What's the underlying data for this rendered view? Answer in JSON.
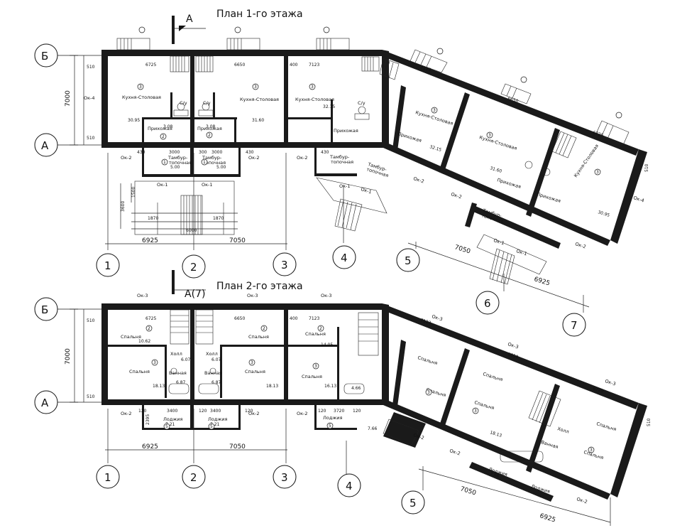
{
  "titles": {
    "floor1": "План 1-го этажа",
    "floor2": "План 2-го этажа",
    "section1": "А",
    "section2": "А(7)"
  },
  "axes": {
    "b": "Б",
    "a": "А",
    "n1": "1",
    "n2": "2",
    "n3": "3",
    "n4": "4",
    "n5": "5",
    "n6": "6",
    "n7": "7"
  },
  "dims": {
    "d6925": "6925",
    "d7050": "7050",
    "d7000": "7000",
    "d6725": "6725",
    "d6650": "6650",
    "d7123": "7123",
    "d510": "510",
    "d400": "400",
    "d430": "430",
    "d300": "300",
    "d3000": "3000",
    "d1500": "1500",
    "d3600": "3600",
    "d1870": "1870",
    "d6000": "6000",
    "d3400": "3400",
    "d120": "120",
    "d3720": "3720",
    "d2395": "2395"
  },
  "rooms1": {
    "kitchen": "Кухня-Столовая",
    "hall": "Прихожая",
    "vest1": "Тамбур-",
    "vest2": "топочная",
    "wc": "С/у"
  },
  "rooms2": {
    "bedroom": "Спальня",
    "holl": "Холл",
    "bath": "Ванная",
    "loggia": "Лоджия"
  },
  "windows": {
    "ok1": "Ок-1",
    "ok2": "Ок-2",
    "ok3": "Ок-3",
    "ok4": "Ок-4"
  },
  "areas": {
    "a1": "30.95",
    "a2": "31.60",
    "a3": "32.15",
    "a4": "3.08",
    "a5": "5.00",
    "a6": "6.07",
    "a7": "6.07",
    "a8": "10.62",
    "a9": "18.13",
    "a10": "16.13",
    "a11": "7.21",
    "a12": "6.87",
    "a13": "4.66",
    "a14": "14.05",
    "a15": "7.66"
  }
}
